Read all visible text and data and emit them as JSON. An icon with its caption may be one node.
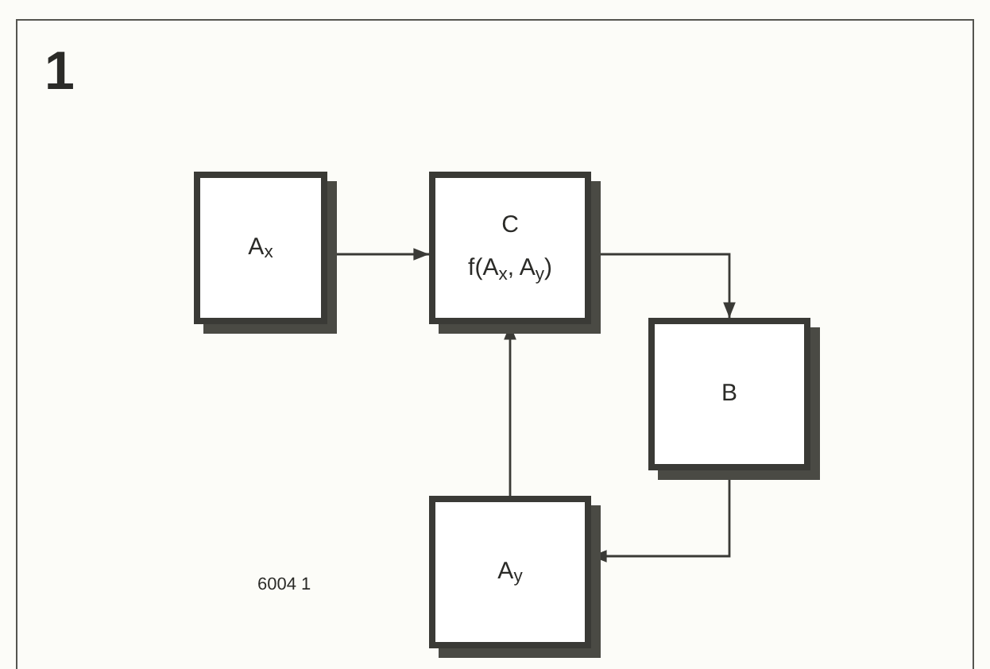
{
  "diagram": {
    "title": "1",
    "nodes": [
      {
        "text": [
          "A$_{x}$"
        ]
      },
      {
        "text": [
          "C",
          "f(A$_{x}$, A$_{y}$)"
        ]
      },
      {
        "text": [
          "B"
        ]
      },
      {
        "text": [
          "A$_{y}$"
        ]
      }
    ],
    "edges": [
      {
        "from": 0,
        "to": 1,
        "arrow": "to"
      },
      {
        "from": 1,
        "to": 2,
        "arrow": "to"
      },
      {
        "from": 3,
        "to": 1,
        "arrow": "to"
      },
      {
        "from": 2,
        "to": 3,
        "arrow": "to"
      }
    ],
    "labels": [
      "6004 1"
    ]
  }
}
